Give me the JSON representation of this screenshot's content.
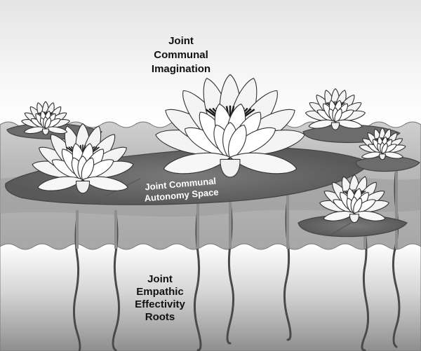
{
  "diagram": {
    "top_label": [
      "Joint",
      "Communal",
      "Imagination"
    ],
    "middle_label": [
      "Joint Communal",
      "Autonomy Space"
    ],
    "bottom_label": [
      "Joint",
      "Empathic",
      "Effectivity",
      "Roots"
    ]
  }
}
